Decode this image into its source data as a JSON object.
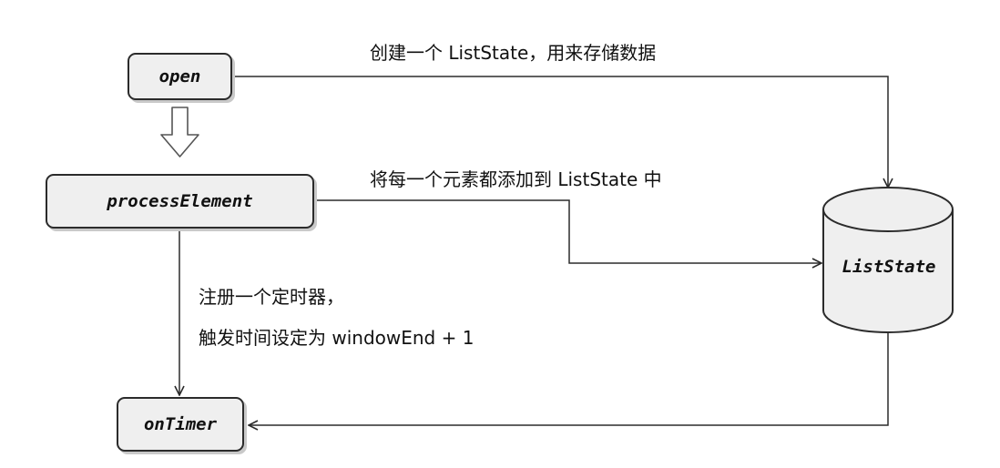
{
  "nodes": {
    "open": "open",
    "process_element": "processElement",
    "on_timer": "onTimer",
    "list_state": "ListState"
  },
  "edge_labels": {
    "create_list_state": "创建一个 ListState，用来存储数据",
    "add_to_list_state": "将每一个元素都添加到 ListState 中",
    "register_timer_line1": "注册一个定时器，",
    "register_timer_line2": "触发时间设定为 windowEnd + 1"
  },
  "colors": {
    "box_fill": "#efefef",
    "stroke": "#2b2b2b",
    "hollow_arrow_stroke": "#555555"
  }
}
